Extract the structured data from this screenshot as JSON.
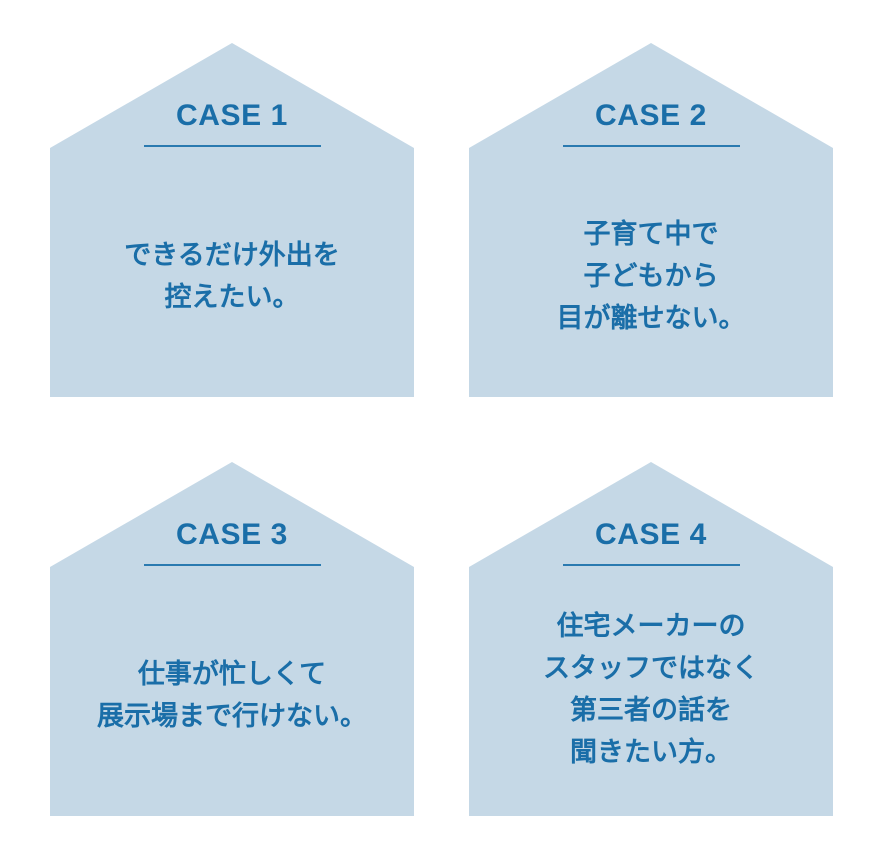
{
  "page": {
    "background_color": "#ffffff",
    "card_fill_color": "#c5d8e6",
    "accent_color": "#1a6ea8",
    "divider_color": "#2a7ab0"
  },
  "cases": [
    {
      "heading": "CASE 1",
      "lines": [
        "できるだけ外出を",
        "控えたい。"
      ]
    },
    {
      "heading": "CASE 2",
      "lines": [
        "子育て中で",
        "子どもから",
        "目が離せない。"
      ]
    },
    {
      "heading": "CASE 3",
      "lines": [
        "仕事が忙しくて",
        "展示場まで行けない。"
      ]
    },
    {
      "heading": "CASE 4",
      "lines": [
        "住宅メーカーの",
        "スタッフではなく",
        "第三者の話を",
        "聞きたい方。"
      ]
    }
  ]
}
